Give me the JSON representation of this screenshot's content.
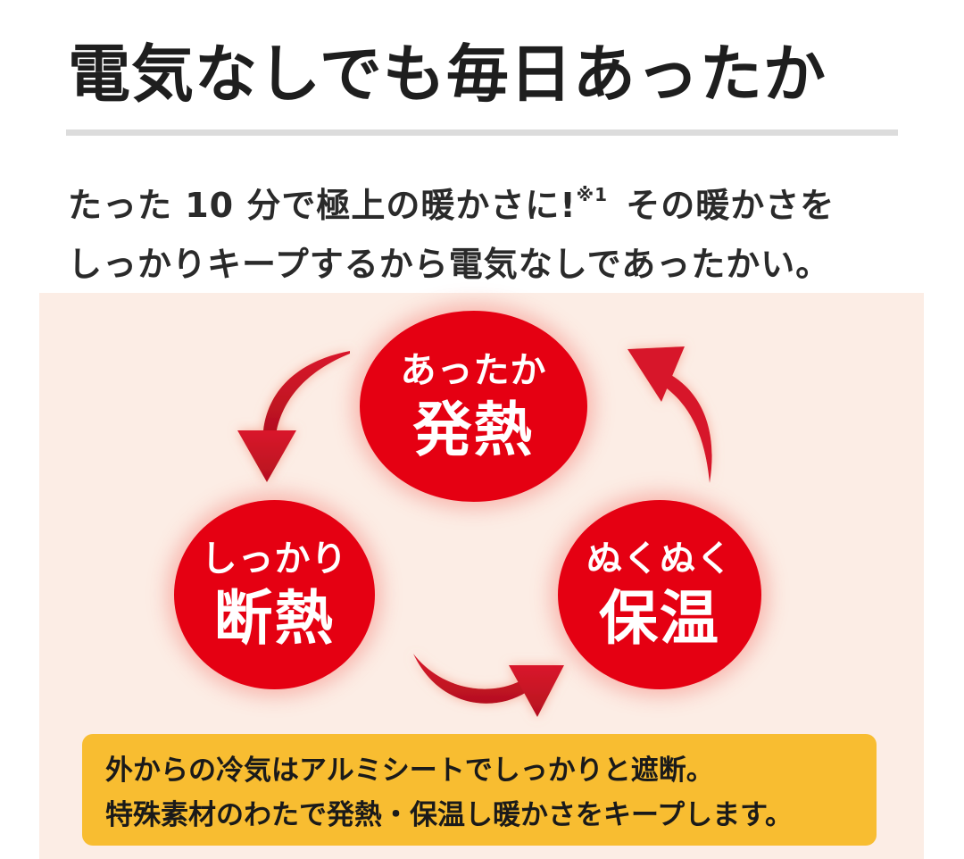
{
  "header": {
    "title": "電気なしでも毎日あったか"
  },
  "lead": {
    "line1_before": "たった 10 分で極上の暖かさに!",
    "footnote_mark": "※1",
    "line1_after": " その暖かさを",
    "line2": "しっかりキープするから電気なしであったかい。"
  },
  "cycle": {
    "nodes": [
      {
        "sub": "あったか",
        "main": "発熱"
      },
      {
        "sub": "しっかり",
        "main": "断熱"
      },
      {
        "sub": "ぬくぬく",
        "main": "保温"
      }
    ],
    "arrows": [
      "arrow-heat-to-insulation",
      "arrow-insulation-to-warmth",
      "arrow-warmth-to-heat"
    ]
  },
  "note": {
    "line1": "外からの冷気はアルミシートでしっかりと遮断。",
    "line2": "特殊素材のわたで発熱・保温し暖かさをキープします。"
  },
  "colors": {
    "accent_red": "#e50012",
    "arrow_red": "#d7182a",
    "panel_bg": "#fcede5",
    "note_bg": "#f8bd31",
    "rule_gray": "#dcdcdc"
  }
}
